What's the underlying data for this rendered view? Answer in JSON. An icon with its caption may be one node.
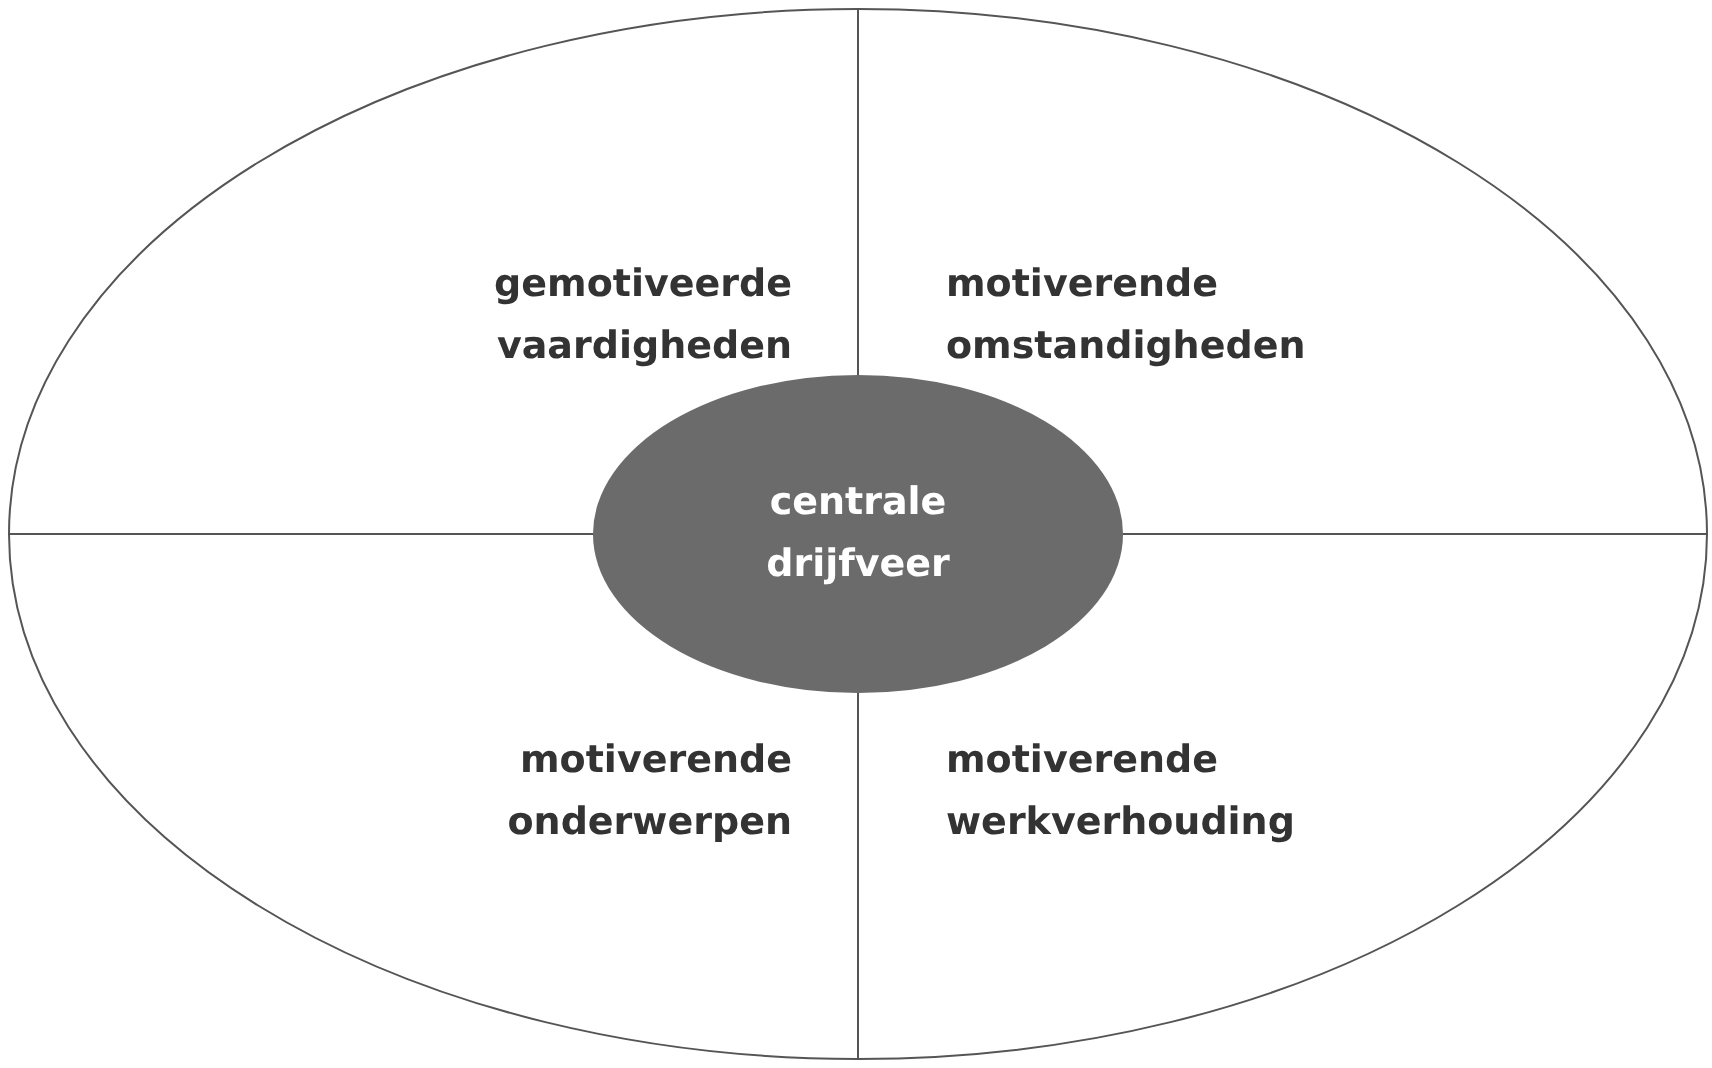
{
  "diagram": {
    "nodes": [
      {
        "text": [],
        "shape": "ellipse"
      },
      {
        "text": [
          "centrale drijfveer"
        ],
        "in": 0
      }
    ],
    "labels": [
      "gemotiveerde vaardigheden",
      "motiverende omstandigheden",
      "motiverende onderwerpen",
      "motiverende werkverhouding"
    ]
  }
}
